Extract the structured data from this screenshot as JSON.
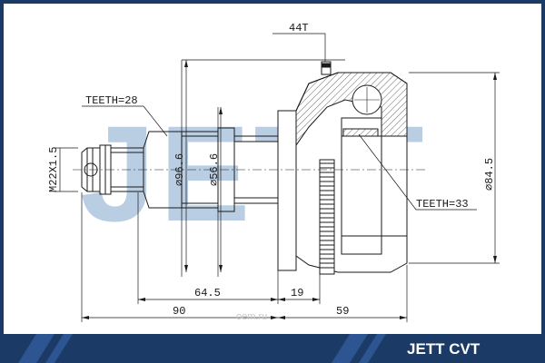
{
  "brand": {
    "watermark_letters": "JETT",
    "footer_label": "JETT CVT",
    "site_watermark": "oem.ru",
    "frame_color": "#1c3a66",
    "watermark_color": "#b9cde3"
  },
  "labels": {
    "outer_teeth": "44T",
    "shaft_teeth": "TEETH=28",
    "inner_teeth": "TEETH=33",
    "thread": "M22X1.5",
    "shaft_diameter_1": "⌀96.6",
    "shaft_diameter_2": "⌀56.6",
    "housing_diameter": "⌀84.5"
  },
  "dimensions": {
    "shaft_length": "64.5",
    "flange_width": "19",
    "total_shaft": "90",
    "housing_length": "59"
  }
}
